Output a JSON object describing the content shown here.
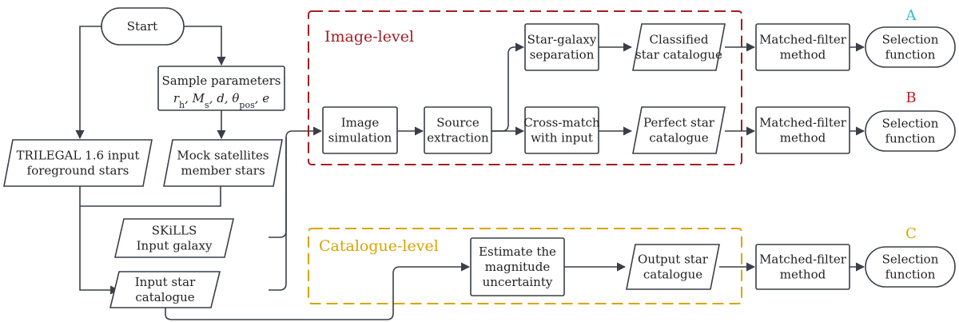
{
  "colors": {
    "image_level": "#a31d24",
    "catalogue_level": "#d9a400",
    "path_a": "#2bbfd0",
    "path_b": "#c0202a",
    "path_c": "#d9a400"
  },
  "groups": {
    "image_level": "Image-level",
    "catalogue_level": "Catalogue-level"
  },
  "path_labels": {
    "a": "A",
    "b": "B",
    "c": "C"
  },
  "nodes": {
    "start": "Start",
    "sample_params": {
      "title": "Sample parameters",
      "params": "r_h, M_s, d, θ_pos, e"
    },
    "trilegal": [
      "TRILEGAL 1.6 input",
      "foreground stars"
    ],
    "mock_sat": [
      "Mock satellites",
      "member stars"
    ],
    "skills": [
      "SKiLLS",
      "Input galaxy"
    ],
    "input_star": [
      "Input star",
      "catalogue"
    ],
    "image_sim": [
      "Image",
      "simulation"
    ],
    "source_ext": [
      "Source",
      "extraction"
    ],
    "star_galaxy": [
      "Star-galaxy",
      "separation"
    ],
    "cross_match": [
      "Cross-match",
      "with input"
    ],
    "classified": [
      "Classified",
      "star catalogue"
    ],
    "perfect": [
      "Perfect star",
      "catalogue"
    ],
    "estimate": [
      "Estimate the",
      "magnitude",
      "uncertainty"
    ],
    "output": [
      "Output star",
      "catalogue"
    ],
    "mf_a": [
      "Matched-filter",
      "method"
    ],
    "mf_b": [
      "Matched-filter",
      "method"
    ],
    "mf_c": [
      "Matched-filter",
      "method"
    ],
    "sel_a": [
      "Selection",
      "function"
    ],
    "sel_b": [
      "Selection",
      "function"
    ],
    "sel_c": [
      "Selection",
      "function"
    ]
  }
}
